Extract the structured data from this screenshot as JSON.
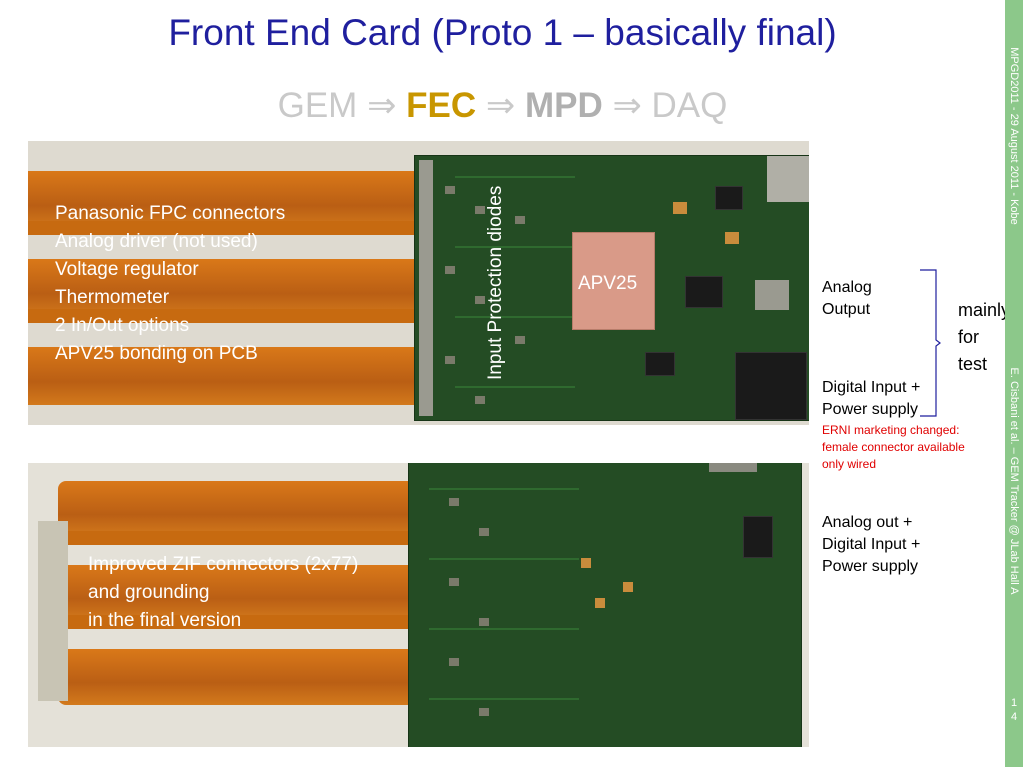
{
  "slide": {
    "title": "Front End Card (Proto 1 – basically final)",
    "flow": {
      "gem": "GEM",
      "arrow": "⇒",
      "fec": "FEC",
      "mpd": "MPD",
      "daq": "DAQ"
    },
    "sidebar": {
      "top_text": "MPGD2011 - 29 August 2011 - Kobe",
      "bottom_text": "E. Cisbani et al. – GEM Tracker @ JLab Hall A"
    },
    "page_number": "14"
  },
  "photo_top": {
    "features": [
      "Panasonic FPC connectors",
      "Analog driver (not used)",
      "Voltage regulator",
      "Thermometer",
      "2 In/Out options",
      "APV25 bonding on PCB"
    ],
    "diodes_label": "Input Protection diodes",
    "apv_label": "APV25"
  },
  "photo_bottom": {
    "zif_lines": [
      "Improved ZIF connectors (2x77)",
      "and grounding",
      "in the final version"
    ]
  },
  "annotations": {
    "analog_output": [
      "Analog",
      "Output"
    ],
    "mainly_for_test": [
      "mainly",
      "for",
      "test"
    ],
    "digital_input": [
      "Digital Input +",
      "Power supply"
    ],
    "ernie_note": [
      "ERNI marketing changed:",
      "female connector available",
      "only wired"
    ],
    "analog_digital": [
      "Analog out +",
      "Digital Input +",
      "Power supply"
    ]
  },
  "colors": {
    "title": "#1f1f9e",
    "fec": "#c89600",
    "sidebar": "#8cc88a",
    "warning": "#e00000",
    "pcb": "#244c24",
    "flex": "#d9730f"
  }
}
